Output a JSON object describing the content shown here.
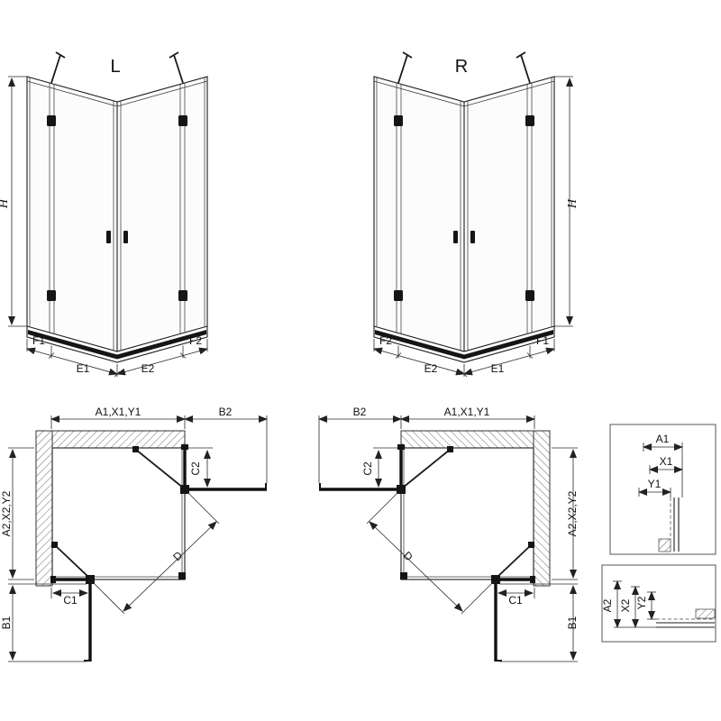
{
  "views": {
    "front_left": {
      "title": "L",
      "height_dim": "H",
      "bottom_dims": [
        "F1",
        "E1",
        "E2",
        "F2"
      ]
    },
    "front_right": {
      "title": "R",
      "height_dim": "H",
      "bottom_dims": [
        "F2",
        "E2",
        "E1",
        "F1"
      ]
    },
    "plan_left": {
      "top_dims": [
        "A1,X1,Y1",
        "B2"
      ],
      "left_dims": [
        "A2,X2,Y2",
        "B1"
      ],
      "right_dim": "C2",
      "bottom_dim": "C1",
      "diagonal_dim": "D"
    },
    "plan_right": {
      "top_dims": [
        "B2",
        "A1,X1,Y1"
      ],
      "right_dims": [
        "A2,X2,Y2",
        "B1"
      ],
      "left_dim": "C2",
      "bottom_dim": "C1",
      "diagonal_dim": "D"
    },
    "detail_top": {
      "dims": [
        "A1",
        "X1",
        "Y1"
      ]
    },
    "detail_bottom": {
      "dims": [
        "A2",
        "X2",
        "Y2"
      ]
    }
  }
}
